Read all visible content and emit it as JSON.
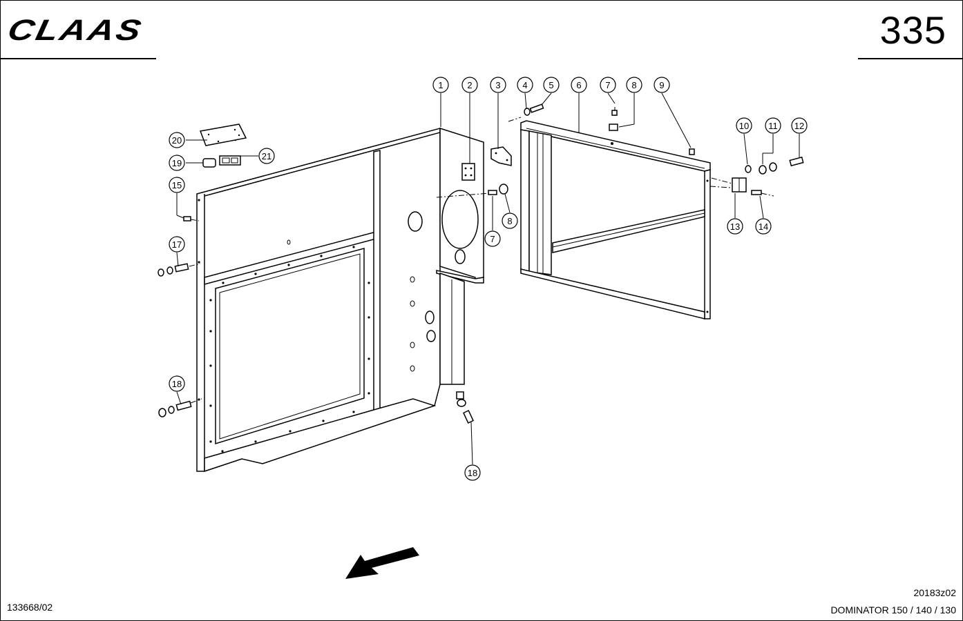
{
  "header": {
    "brand": "CLAAS",
    "page_number": "335"
  },
  "callouts": [
    {
      "id": "c1",
      "label": "1"
    },
    {
      "id": "c2",
      "label": "2"
    },
    {
      "id": "c3",
      "label": "3"
    },
    {
      "id": "c4",
      "label": "4"
    },
    {
      "id": "c5",
      "label": "5"
    },
    {
      "id": "c6",
      "label": "6"
    },
    {
      "id": "c7a",
      "label": "7"
    },
    {
      "id": "c8a",
      "label": "8"
    },
    {
      "id": "c9",
      "label": "9"
    },
    {
      "id": "c10",
      "label": "10"
    },
    {
      "id": "c11",
      "label": "11"
    },
    {
      "id": "c12",
      "label": "12"
    },
    {
      "id": "c13",
      "label": "13"
    },
    {
      "id": "c14",
      "label": "14"
    },
    {
      "id": "c7b",
      "label": "7"
    },
    {
      "id": "c8b",
      "label": "8"
    },
    {
      "id": "c15",
      "label": "15"
    },
    {
      "id": "c17",
      "label": "17"
    },
    {
      "id": "c18a",
      "label": "18"
    },
    {
      "id": "c18b",
      "label": "18"
    },
    {
      "id": "c19",
      "label": "19"
    },
    {
      "id": "c20",
      "label": "20"
    },
    {
      "id": "c21",
      "label": "21"
    }
  ],
  "footer": {
    "doc_number": "133668/02",
    "drawing_ref": "20183z02",
    "model": "DOMINATOR 150 / 140 / 130"
  }
}
